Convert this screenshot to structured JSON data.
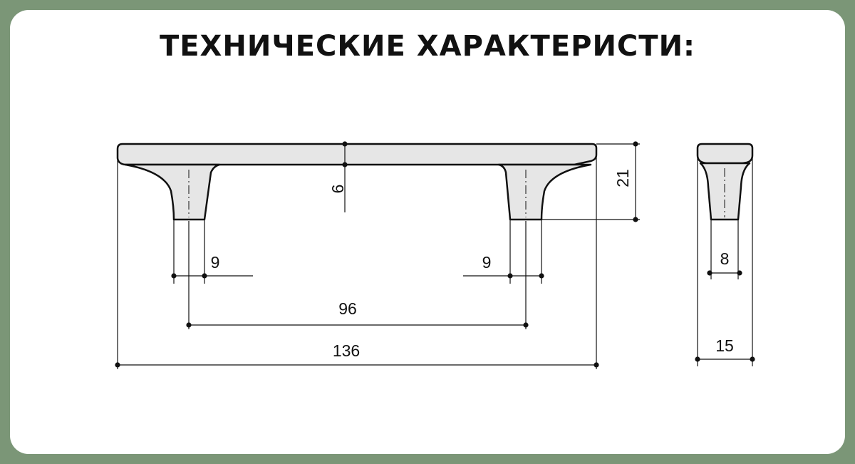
{
  "title": "ТЕХНИЧЕСКИЕ ХАРАКТЕРИСТИ:",
  "colors": {
    "frame": "#7b9677",
    "card": "#ffffff",
    "handle_fill": "#e6e6e6",
    "line": "#111111"
  },
  "dimensions": {
    "total_length": "136",
    "center_distance": "96",
    "leg_width_left": "9",
    "leg_width_right": "9",
    "bar_thickness": "6",
    "height": "21",
    "side_base": "8",
    "side_width": "15"
  }
}
